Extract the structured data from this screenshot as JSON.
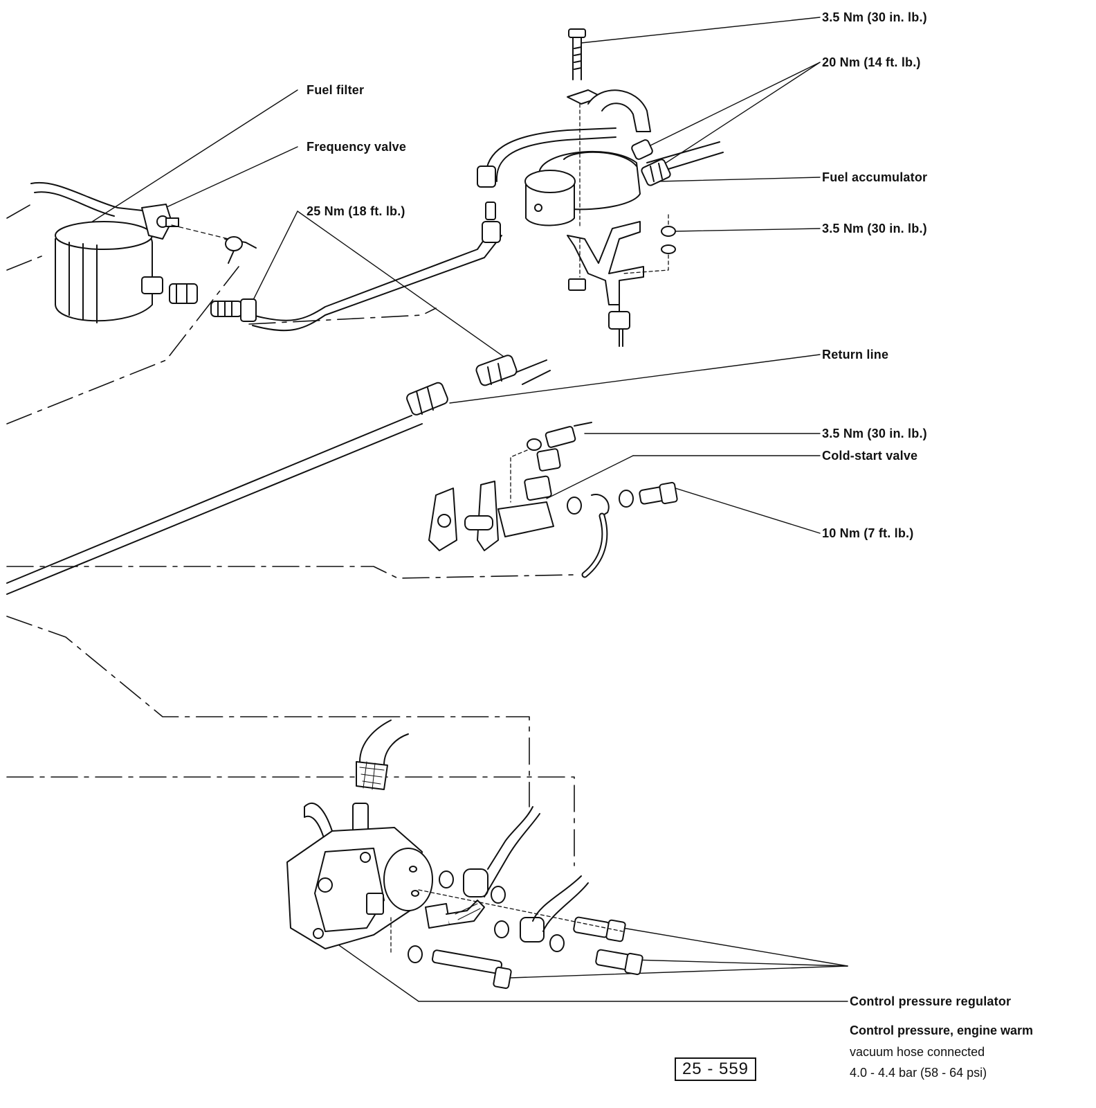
{
  "labels": {
    "torque_top_bolt": "3.5 Nm (30 in. lb.)",
    "torque_accumulator_unions": "20 Nm (14 ft. lb.)",
    "fuel_filter": "Fuel filter",
    "frequency_valve": "Frequency valve",
    "fuel_accumulator": "Fuel accumulator",
    "torque_filter_union": "25 Nm (18 ft. lb.)",
    "torque_bracket_nut": "3.5 Nm (30 in. lb.)",
    "return_line": "Return line",
    "torque_cold_start_bolt": "3.5 Nm (30 in. lb.)",
    "cold_start_valve": "Cold-start valve",
    "torque_banjo_bolt": "10 Nm (7 ft. lb.)",
    "control_pressure_regulator": "Control pressure regulator"
  },
  "spec": {
    "title": "Control pressure, engine warm",
    "line1": "vacuum hose connected",
    "line2": "4.0 - 4.4 bar (58 - 64 psi)"
  },
  "figure_number": "25 - 559"
}
